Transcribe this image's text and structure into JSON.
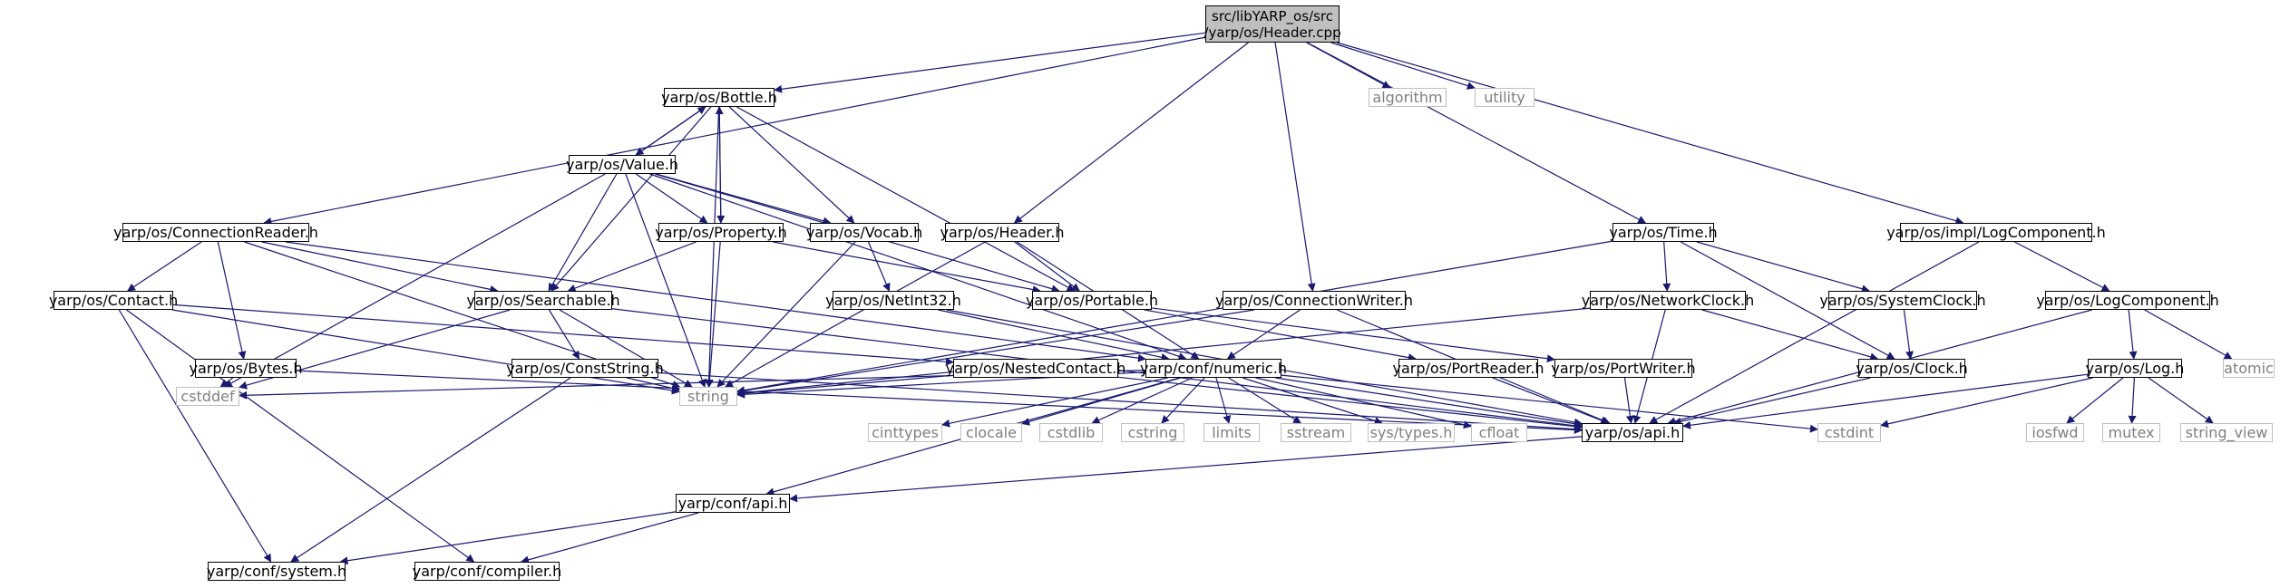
{
  "graph": {
    "colors": {
      "edge": "#191970",
      "node_border": "#000000",
      "ext_border": "#bfbfbf",
      "ext_text": "#7f7f7f",
      "root_fill": "#bfbfbf"
    },
    "nodes": {
      "root": "src/libYARP_os/src\n/yarp/os/Header.cpp",
      "bottle": "yarp/os/Bottle.h",
      "algorithm": "algorithm",
      "utility": "utility",
      "value": "yarp/os/Value.h",
      "connreader": "yarp/os/ConnectionReader.h",
      "property": "yarp/os/Property.h",
      "vocab": "yarp/os/Vocab.h",
      "header": "yarp/os/Header.h",
      "time": "yarp/os/Time.h",
      "logcompimpl": "yarp/os/impl/LogComponent.h",
      "contact": "yarp/os/Contact.h",
      "searchable": "yarp/os/Searchable.h",
      "netint32": "yarp/os/NetInt32.h",
      "portable": "yarp/os/Portable.h",
      "connwriter": "yarp/os/ConnectionWriter.h",
      "networkclock": "yarp/os/NetworkClock.h",
      "systemclock": "yarp/os/SystemClock.h",
      "logcomp": "yarp/os/LogComponent.h",
      "bytes": "yarp/os/Bytes.h",
      "conststring": "yarp/os/ConstString.h",
      "nestedcontact": "yarp/os/NestedContact.h",
      "numeric": "yarp/conf/numeric.h",
      "portreader": "yarp/os/PortReader.h",
      "portwriter": "yarp/os/PortWriter.h",
      "clock": "yarp/os/Clock.h",
      "log": "yarp/os/Log.h",
      "atomic": "atomic",
      "cstddef": "cstddef",
      "string": "string",
      "cinttypes": "cinttypes",
      "clocale": "clocale",
      "cstdlib": "cstdlib",
      "cstring": "cstring",
      "limits": "limits",
      "sstream": "sstream",
      "systypes": "sys/types.h",
      "cfloat": "cfloat",
      "osapi": "yarp/os/api.h",
      "cstdint": "cstdint",
      "iosfwd": "iosfwd",
      "mutex": "mutex",
      "string_view": "string_view",
      "confapi": "yarp/conf/api.h",
      "system": "yarp/conf/system.h",
      "compiler": "yarp/conf/compiler.h"
    }
  }
}
